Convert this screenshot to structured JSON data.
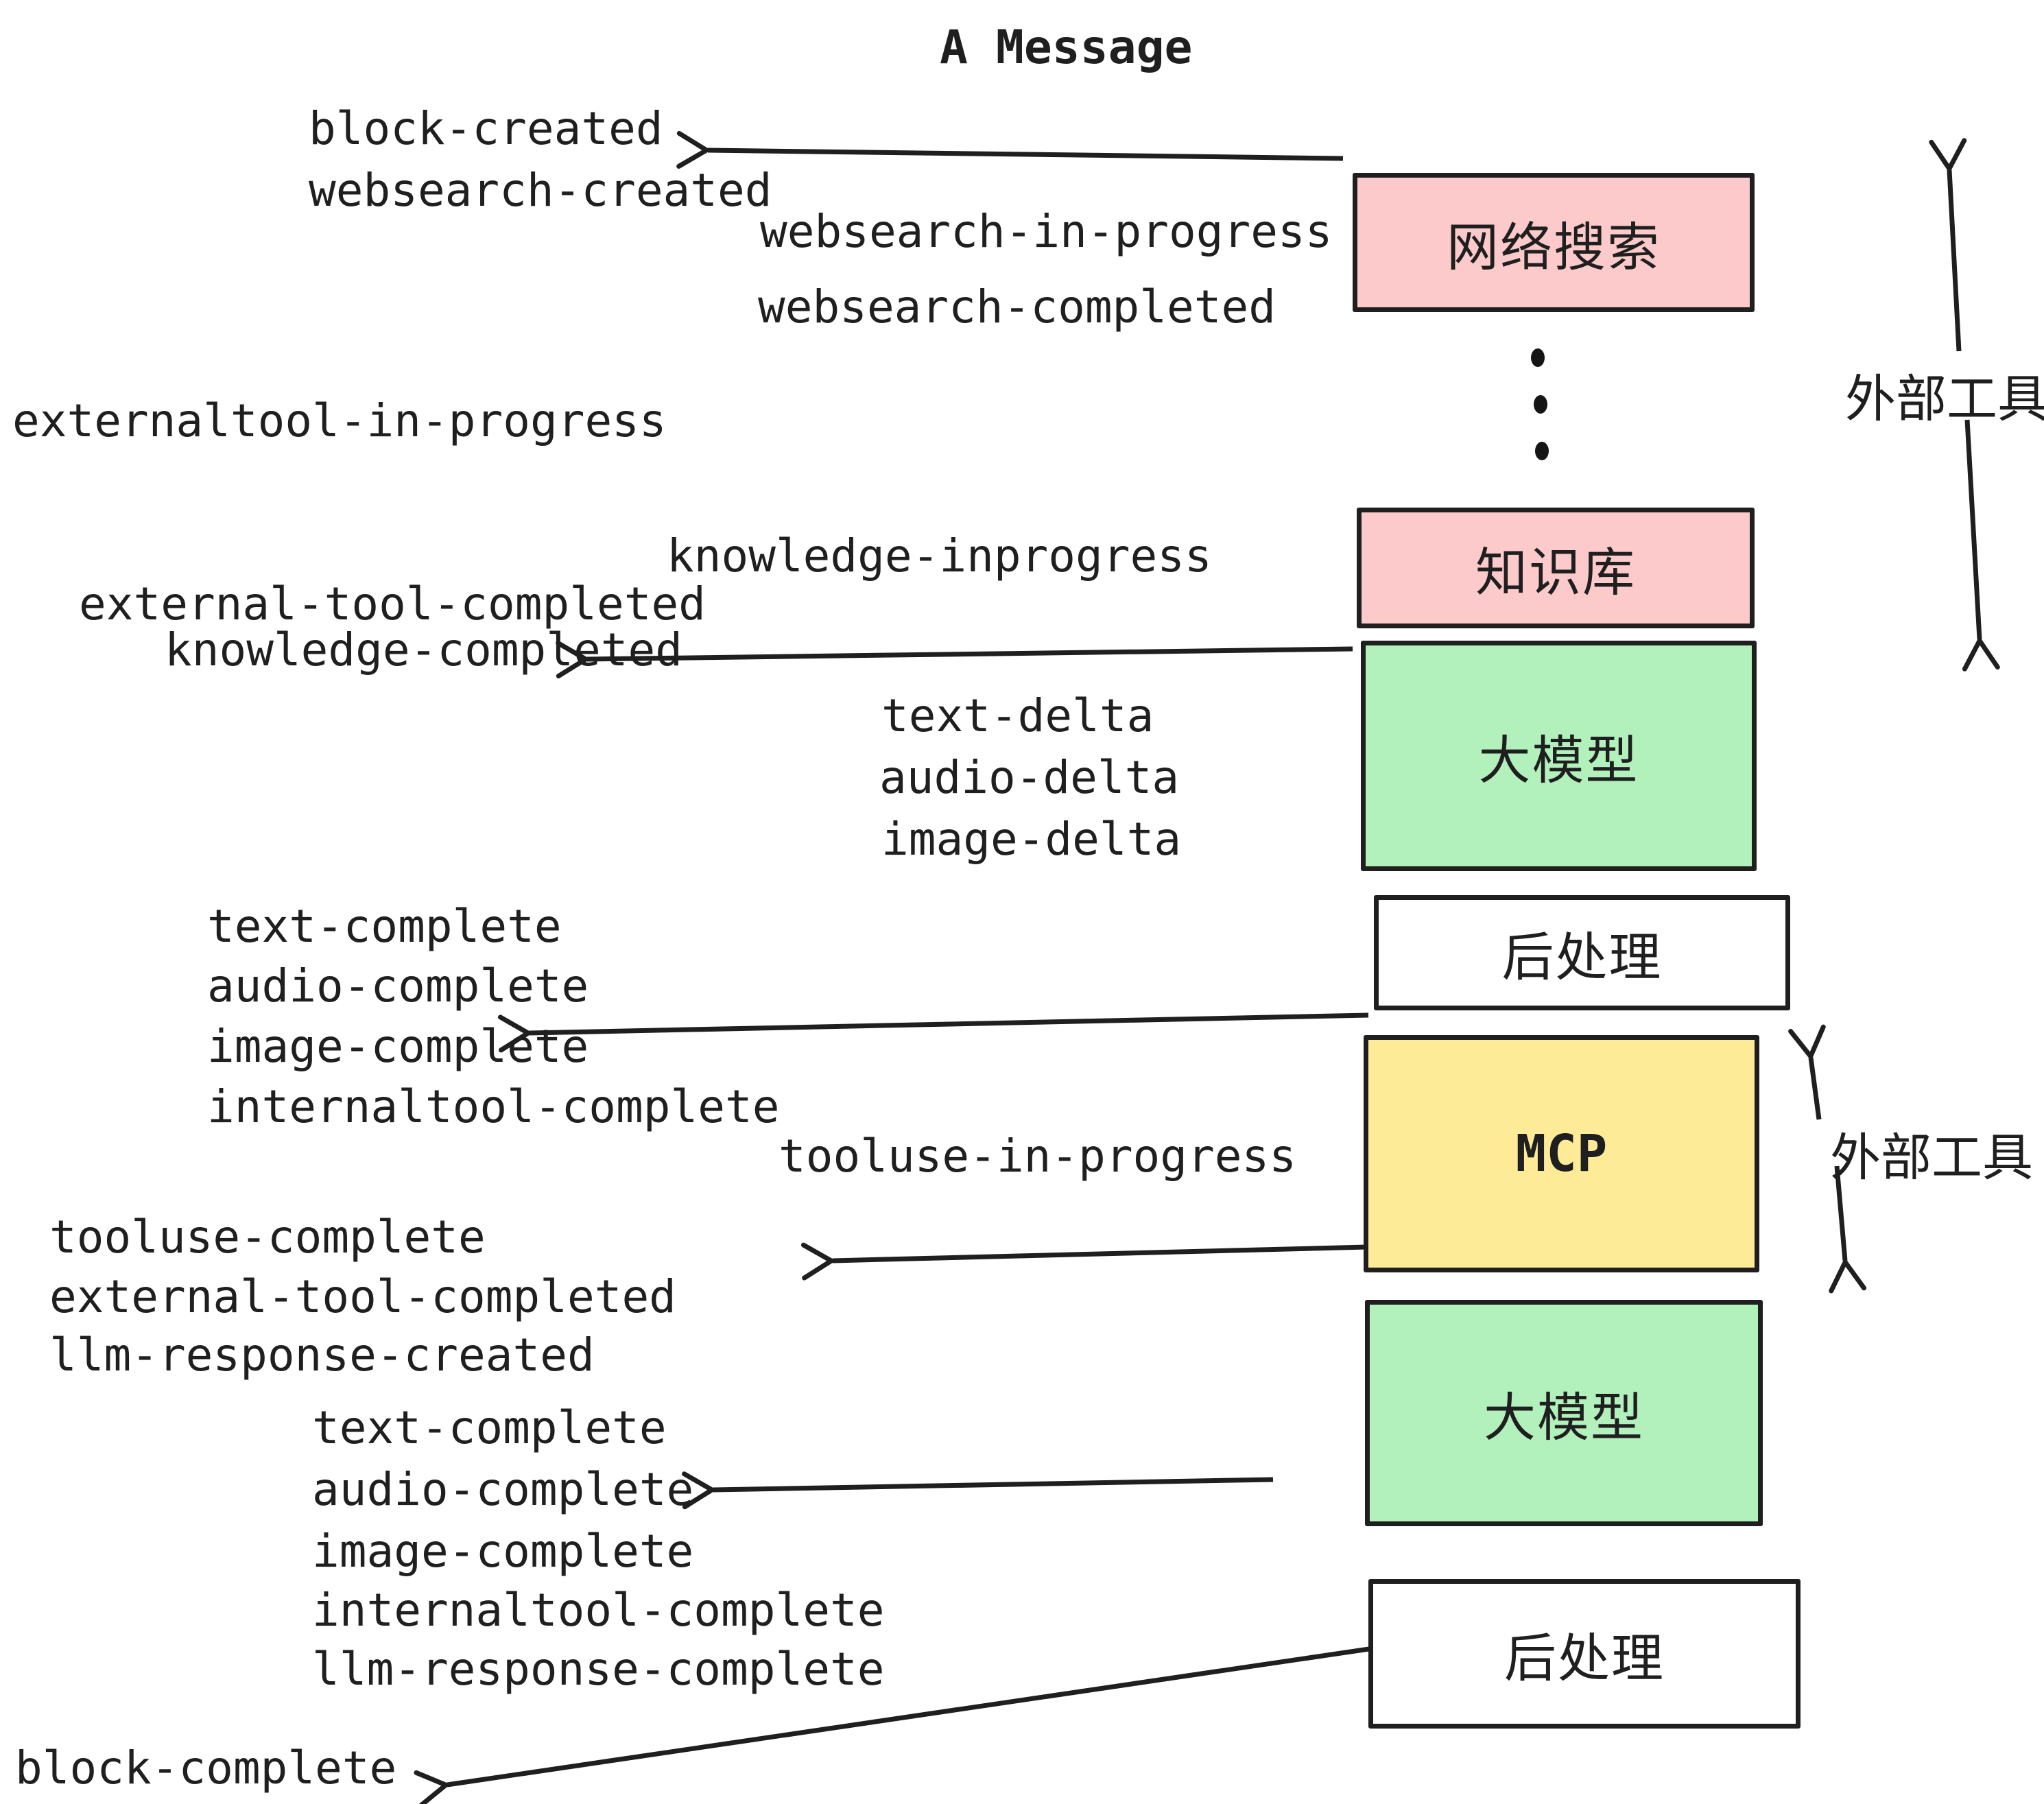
{
  "title": "A Message",
  "colors": {
    "ink": "#1f1f1f",
    "pink_box": "#fccaca",
    "green_box": "#b2f0bc",
    "yellow_box": "#feeb97",
    "white_box": "#ffffff"
  },
  "events": {
    "block_created": "block-created",
    "websearch_created": "websearch-created",
    "websearch_in_progress": "websearch-in-progress",
    "websearch_completed": "websearch-completed",
    "externaltool_in_progress": "externaltool-in-progress",
    "knowledge_inprogress": "knowledge-inprogress",
    "external_tool_completed_1": "external-tool-completed",
    "knowledge_completed": "knowledge-completed",
    "text_delta_1": "text-delta",
    "audio_delta_1": "audio-delta",
    "image_delta_1": "image-delta",
    "text_complete_1": "text-complete",
    "audio_complete_1": "audio-complete",
    "image_complete_1": "image-complete",
    "internaltool_complete_1": "internaltool-complete",
    "tooluse_in_progress": "tooluse-in-progress",
    "tooluse_complete": "tooluse-complete",
    "external_tool_completed_2": "external-tool-completed",
    "llm_response_created": "llm-response-created",
    "text_complete_2": "text-complete",
    "audio_complete_2": "audio-complete",
    "image_complete_2": "image-complete",
    "internaltool_complete_2": "internaltool-complete",
    "llm_response_complete": "llm-response-complete",
    "block_complete": "block-complete"
  },
  "boxes": {
    "websearch": {
      "label": "网络搜索",
      "color": "#fccaca"
    },
    "knowledge": {
      "label": "知识库",
      "color": "#fccaca"
    },
    "llm_top": {
      "label": "大模型",
      "color": "#b2f0bc"
    },
    "postprocess_top": {
      "label": "后处理",
      "color": "#ffffff"
    },
    "mcp": {
      "label": "MCP",
      "color": "#feeb97"
    },
    "llm_bottom": {
      "label": "大模型",
      "color": "#b2f0bc"
    },
    "postprocess_bottom": {
      "label": "后处理",
      "color": "#ffffff"
    }
  },
  "side_annotations": {
    "external_tools_top": "外部工具",
    "external_tools_bottom": "外部工具"
  }
}
